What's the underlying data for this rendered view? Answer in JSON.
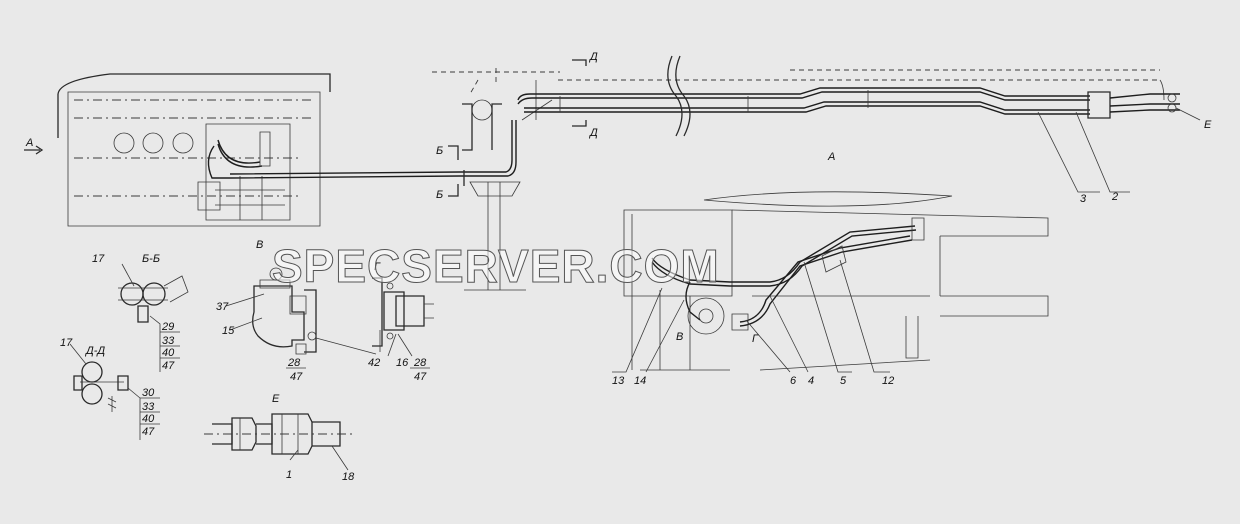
{
  "watermark": "SPECSERVER.COM",
  "view_labels": {
    "view_a_arrow": "А",
    "view_a_title": "А",
    "section_bb_mark_top": "Б",
    "section_bb_mark_bottom": "Б",
    "section_dd_mark_top": "Д",
    "section_dd_mark_bottom": "Д",
    "section_bb_title": "Б-Б",
    "section_dd_title": "Д-Д",
    "view_v_title": "В",
    "view_g_title": "Г",
    "view_e_title": "Е",
    "callout_e": "Е",
    "callout_v": "В",
    "callout_g": "Г"
  },
  "callouts": {
    "c1": "1",
    "c2": "2",
    "c3": "3",
    "c4": "4",
    "c5": "5",
    "c6": "6",
    "c12": "12",
    "c13": "13",
    "c14": "14",
    "c15": "15",
    "c16": "16",
    "c17a": "17",
    "c17b": "17",
    "c18": "18",
    "c28a": "28",
    "c28b": "28",
    "c37": "37",
    "c42": "42"
  },
  "stacks": {
    "bb": [
      "29",
      "33",
      "40",
      "47"
    ],
    "dd": [
      "30",
      "33",
      "40",
      "47"
    ],
    "v": [
      "28",
      "47"
    ],
    "g": [
      "28",
      "47"
    ]
  }
}
